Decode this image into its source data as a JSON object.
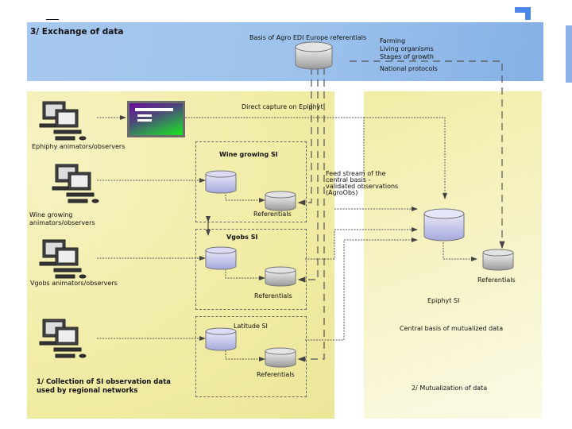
{
  "header": {
    "section_title": "3/  Exchange of data",
    "agro_basis_label": "Basis of Agro EDI Europe referentials",
    "referential_items": [
      "Farming",
      "Living organisms",
      "Stages of growth"
    ],
    "national_protocols": "National protocols"
  },
  "collection": {
    "section_title_line1": "1/ Collection of SI observation data",
    "section_title_line2": "used by regional networks",
    "direct_capture_label": "Direct capture on Epiphyt",
    "groups": [
      {
        "label_line1": "Ephiphy animators/observers",
        "label_line2": ""
      },
      {
        "label_line1": "Wine growing",
        "label_line2": "animators/observers"
      },
      {
        "label_line1": "Vgobs animators/observers",
        "label_line2": ""
      },
      {
        "label_line1": "",
        "label_line2": ""
      }
    ],
    "systems": [
      {
        "title": "Wine growing SI",
        "referentials": "Referentials"
      },
      {
        "title": "Vgobs SI",
        "referentials": "Referentials"
      },
      {
        "title": "Latitude SI",
        "referentials": "Referentials"
      }
    ],
    "feed_stream": [
      "Feed stream of the",
      "central basis -",
      "validated observations",
      "(AgroObs)"
    ]
  },
  "mutualization": {
    "referentials": "Referentials",
    "system_title": "Epiphyt SI",
    "central_basis": "Central basis of mutualized data",
    "section_title": "2/ Mutualization of data"
  },
  "icons": {
    "computer": "computer-workstation-icon",
    "database": "database-cylinder-icon",
    "web_form": "web-form-screen-icon"
  },
  "colors": {
    "exchange_band": "#9cc2ec",
    "collection_panel": "#f1eca5",
    "mutualization_panel": "#f6f3c6",
    "blue_db": "#c4c6ee",
    "grey_db": "#c8c8c8",
    "accent_blue": "#4a86e8"
  }
}
